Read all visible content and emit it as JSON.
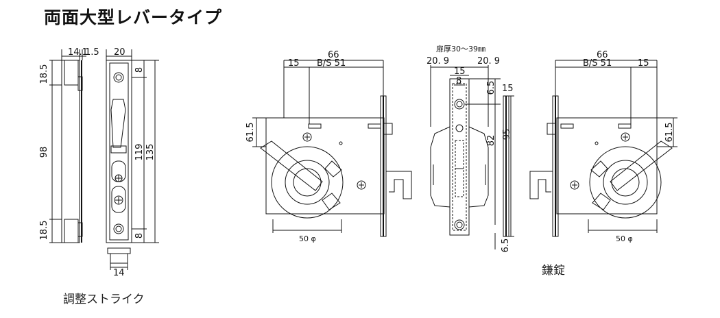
{
  "title": "両面大型レバータイプ",
  "captions": {
    "strike": "調整ストライク",
    "lock": "鎌錠"
  },
  "strike_dims": {
    "top_w": "14.1",
    "top_w2": "1.5",
    "plate_w": "20",
    "h_top": "18.5",
    "h_mid": "98",
    "h_bot": "18.5",
    "hole_top": "8",
    "hole_bot": "8",
    "h119": "119",
    "h135": "135",
    "base_w": "14"
  },
  "lock_dims": {
    "w66": "66",
    "d15": "15",
    "backset": "B/S 51",
    "h61": "61.5",
    "dia": "50 φ",
    "door": "扉厚30～39㎜",
    "e209a": "20. 9",
    "e209b": "20. 9",
    "f15": "15",
    "f8": "8",
    "f65a": "6.5",
    "f15b": "15",
    "f82": "82",
    "f95": "95",
    "f65b": "6.5",
    "r66": "66",
    "rbackset": "B/S 51",
    "r15": "15",
    "r61": "61.5",
    "rdia": "50 φ"
  }
}
